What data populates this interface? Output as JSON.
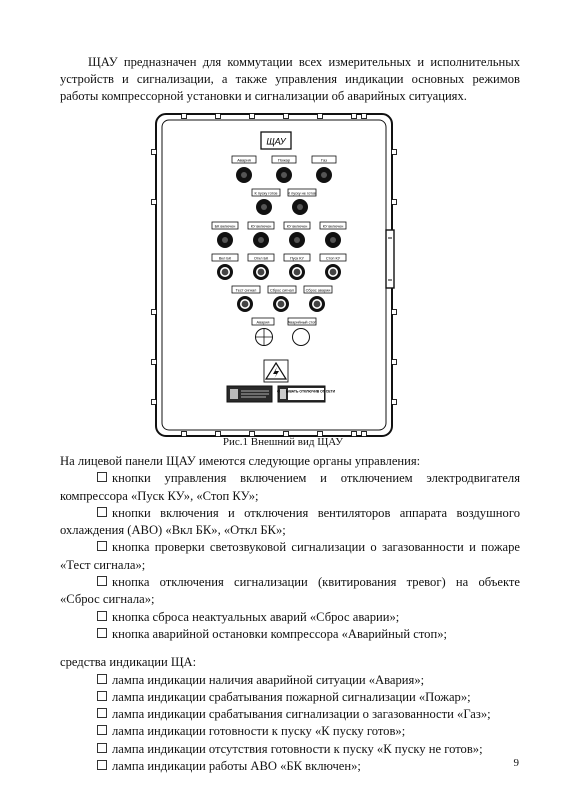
{
  "intro": "ЩАУ предназначен для коммутации всех измерительных и исполнительных устройств и сигнализации, а также управления индикации основных режимов работы компрессорной установки и сигнализации об аварийных ситуациях.",
  "figure": {
    "caption": "Рис.1 Внешний вид ЩАУ",
    "title_plate": "ЩАУ",
    "row1_labels": [
      "Авария",
      "Пожар",
      "Газ"
    ],
    "row2_labels": [
      "К пуску готов",
      "К пуску не готов"
    ],
    "row3_labels": [
      "БК включен",
      "КУ включен",
      "КУ включен",
      "КУ включен"
    ],
    "row4_labels": [
      "Вкл БК",
      "Откл БК",
      "Пуск КУ",
      "Стоп КУ"
    ],
    "row5_labels": [
      "Тест сигнал",
      "Сброс сигнал",
      "Сброс аварии"
    ],
    "row6_labels": [
      "Авария",
      "Аварийный стоп"
    ],
    "warning_plate_text": "ОТКРЫВАТЬ ОТКЛЮЧИВ ОТ СЕТИ"
  },
  "controls_intro": "На лицевой панели ЩАУ имеются следующие органы управления:",
  "controls": [
    "кнопки управления включением и отключением электродвигателя компрессора «Пуск КУ», «Стоп КУ»;",
    "кнопки включения и отключения вентиляторов аппарата воздушного охлаждения (АВО) «Вкл БК», «Откл БК»;",
    "кнопка проверки светозвуковой сигнализации о загазованности и пожаре «Тест сигнала»;",
    "кнопка отключения сигнализации (квитирования тревог) на объекте «Сброс сигнала»;",
    "кнопка сброса неактуальных аварий «Сброс аварии»;",
    "кнопка аварийной остановки компрессора «Аварийный стоп»;"
  ],
  "indication_intro": "средства индикации ЩА:",
  "indication": [
    "лампа индикации наличия аварийной ситуации «Авария»;",
    "лампа индикации срабатывания пожарной сигнализации «Пожар»;",
    "лампа индикации срабатывания сигнализации о загазованности «Газ»;",
    "лампа индикации готовности к пуску «К пуску готов»;",
    "лампа индикации отсутствия готовности к пуску «К пуску не готов»;",
    "лампа индикации работы АВО «БК включен»;"
  ],
  "page_number": "9"
}
